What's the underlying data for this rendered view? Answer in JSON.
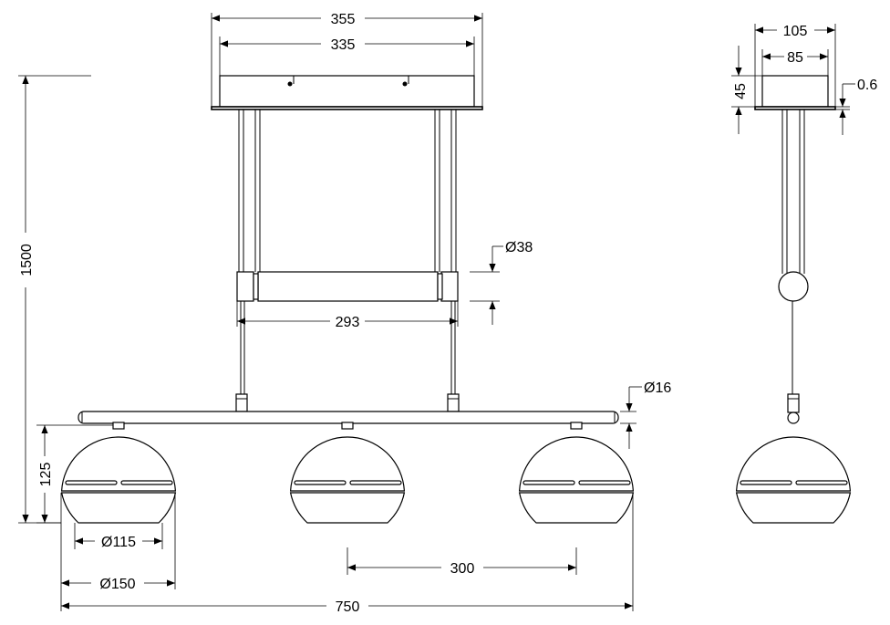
{
  "dimensions": {
    "canopy_outer_width": "355",
    "canopy_inner_width": "335",
    "canopy_depth_outer": "105",
    "canopy_depth_inner": "85",
    "canopy_height": "45",
    "canopy_plate": "0.6",
    "total_height": "1500",
    "tube_diameter": "Ø38",
    "tube_length": "293",
    "bar_diameter": "Ø16",
    "shade_height": "125",
    "shade_opening": "Ø115",
    "shade_diameter": "Ø150",
    "shade_spacing": "300",
    "total_width": "750"
  }
}
